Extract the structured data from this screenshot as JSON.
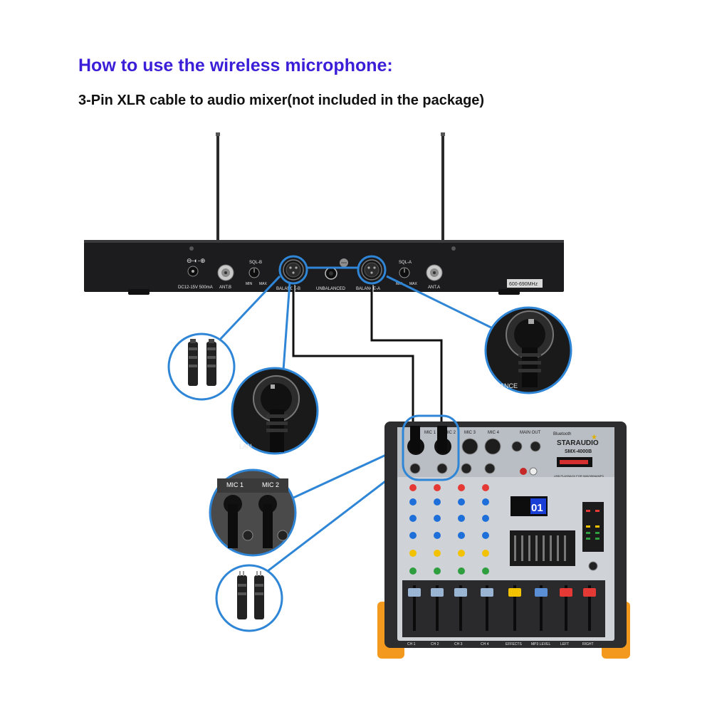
{
  "title": "How to use the wireless microphone:",
  "subtitle": "3-Pin XLR cable to audio mixer(not included in the package)",
  "colors": {
    "title": "#3b1fd8",
    "callout": "#2f86d6",
    "cable": "#111111",
    "mixer_accent": "#f39a1e",
    "receiver_body": "#1c1c1e"
  },
  "receiver": {
    "dc_label": "DC12-15V 500mA",
    "ant_b": "ANT.B",
    "sql_b": "SQL-B",
    "sql_a": "SQL-A",
    "min": "MIN",
    "max": "MAX",
    "bal_b": "BALANCE-B",
    "bal_a": "BALANCE-A",
    "unbalanced": "UNBALANCED",
    "ant_a": "ANT.A",
    "freq": "600-690MHz"
  },
  "mixer": {
    "brand": "STARAUDIO",
    "model": "SMX-4000B",
    "bluetooth": "Bluetooth",
    "usb_line": "USB PLAYBACK FOR WAV/WMA/MP3",
    "display": "01",
    "main_out": "MAIN OUT",
    "mic_labels": [
      "MIC 1",
      "MIC 2",
      "MIC 3",
      "MIC 4"
    ],
    "channel_labels": [
      "CH 1",
      "CH 2",
      "CH 3",
      "CH 4",
      "EFFECTS",
      "MP3 LEVEL",
      "LEFT",
      "RIGHT"
    ]
  },
  "callouts": {
    "closeup_text_left": "LAN",
    "closeup_text_right": "ANCE",
    "mic_ports": [
      "MIC 1",
      "MIC 2"
    ]
  }
}
